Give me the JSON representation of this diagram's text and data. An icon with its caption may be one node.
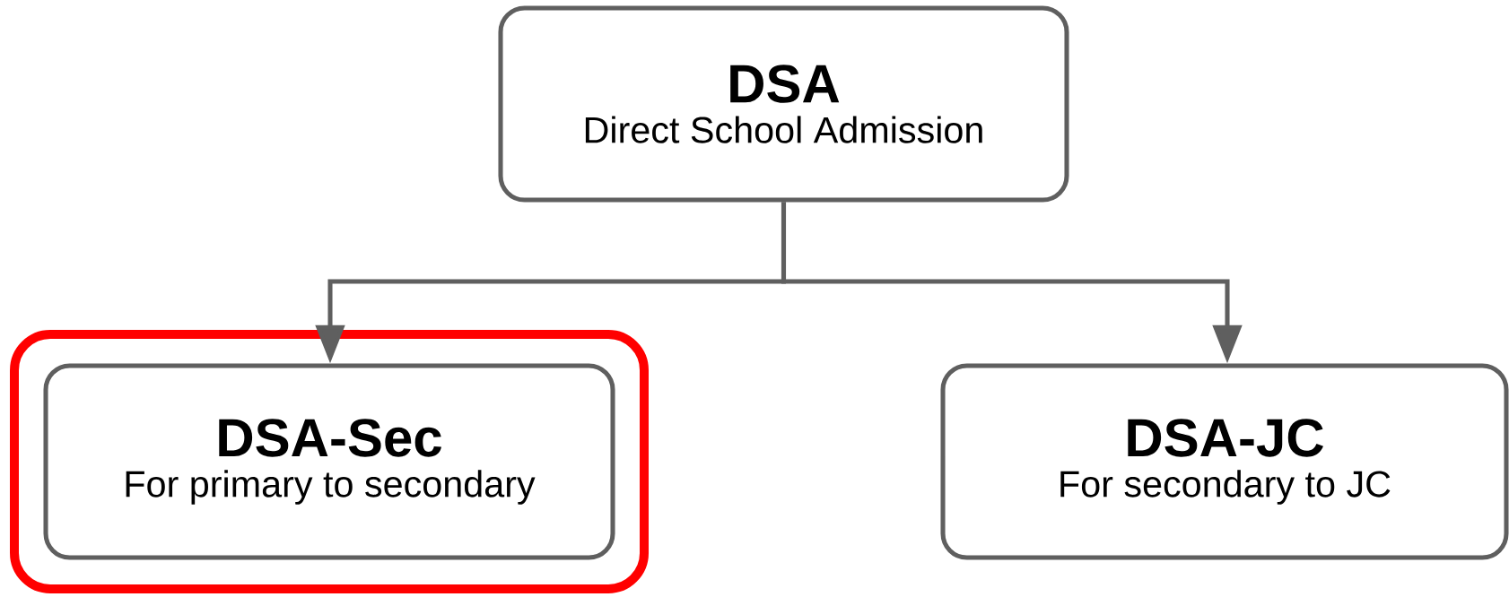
{
  "diagram": {
    "nodes": [
      {
        "text": [
          "DSA",
          "Direct School Admission"
        ]
      },
      {
        "text": [],
        "shape": "box"
      },
      {
        "text": [
          "DSA-Sec",
          "For primary to secondary"
        ],
        "in": 1
      },
      {
        "text": [
          "DSA-JC",
          "For secondary to JC"
        ]
      }
    ],
    "edges": [
      {
        "from": 0,
        "to": 2,
        "arrow": "to"
      },
      {
        "from": 0,
        "to": 3,
        "arrow": "to"
      }
    ]
  }
}
